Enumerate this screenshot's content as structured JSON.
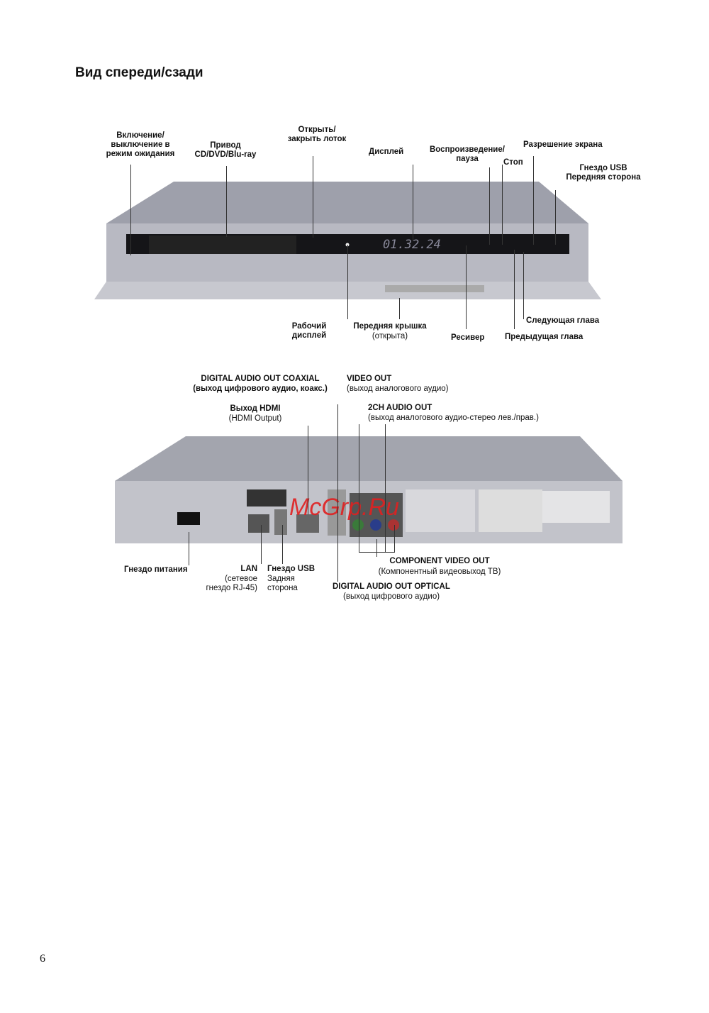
{
  "title": "Вид спереди/сзади",
  "page_number": "6",
  "watermark": "McGrp.Ru",
  "front": {
    "display_readout": "01.32.24",
    "labels": {
      "power": "Включение/\nвыключение в\nрежим ожидания",
      "drive": "Привод\nCD/DVD/Blu-ray",
      "open_close": "Открыть/\nзакрыть лоток",
      "display": "Дисплей",
      "play_pause": "Воспроизведение/\nпауза",
      "stop": "Стоп",
      "resolution": "Разрешение экрана",
      "usb_front": "Гнездо USB\nПередняя сторона",
      "work_display": "Рабочий\nдисплей",
      "front_cover_title": "Передняя крышка",
      "front_cover_sub": "(открыта)",
      "receiver": "Ресивер",
      "prev_chapter": "Предыдущая глава",
      "next_chapter": "Следующая глава"
    }
  },
  "rear": {
    "labels": {
      "coaxial_title": "DIGITAL AUDIO OUT COAXIAL",
      "coaxial_sub": "(выход цифрового аудио, коакс.)",
      "video_out_title": "VIDEO OUT",
      "video_out_sub": "(выход аналогового аудио)",
      "hdmi_title": "Выход HDMI",
      "hdmi_sub": "(HDMI Output)",
      "audio_2ch_title": "2CH AUDIO OUT",
      "audio_2ch_sub": "(выход аналогового аудио-стерео лев./прав.)",
      "power_socket": "Гнездо питания",
      "lan_title": "LAN",
      "lan_sub": "(сетевое\nгнездо RJ-45)",
      "usb_rear_title": "Гнездо USB",
      "usb_rear_sub": "Задняя\nсторона",
      "component_title": "COMPONENT VIDEO OUT",
      "component_sub": "(Компонентный видеовыход ТВ)",
      "optical_title": "DIGITAL AUDIO OUT OPTICAL",
      "optical_sub": "(выход цифрового аудио)"
    }
  }
}
